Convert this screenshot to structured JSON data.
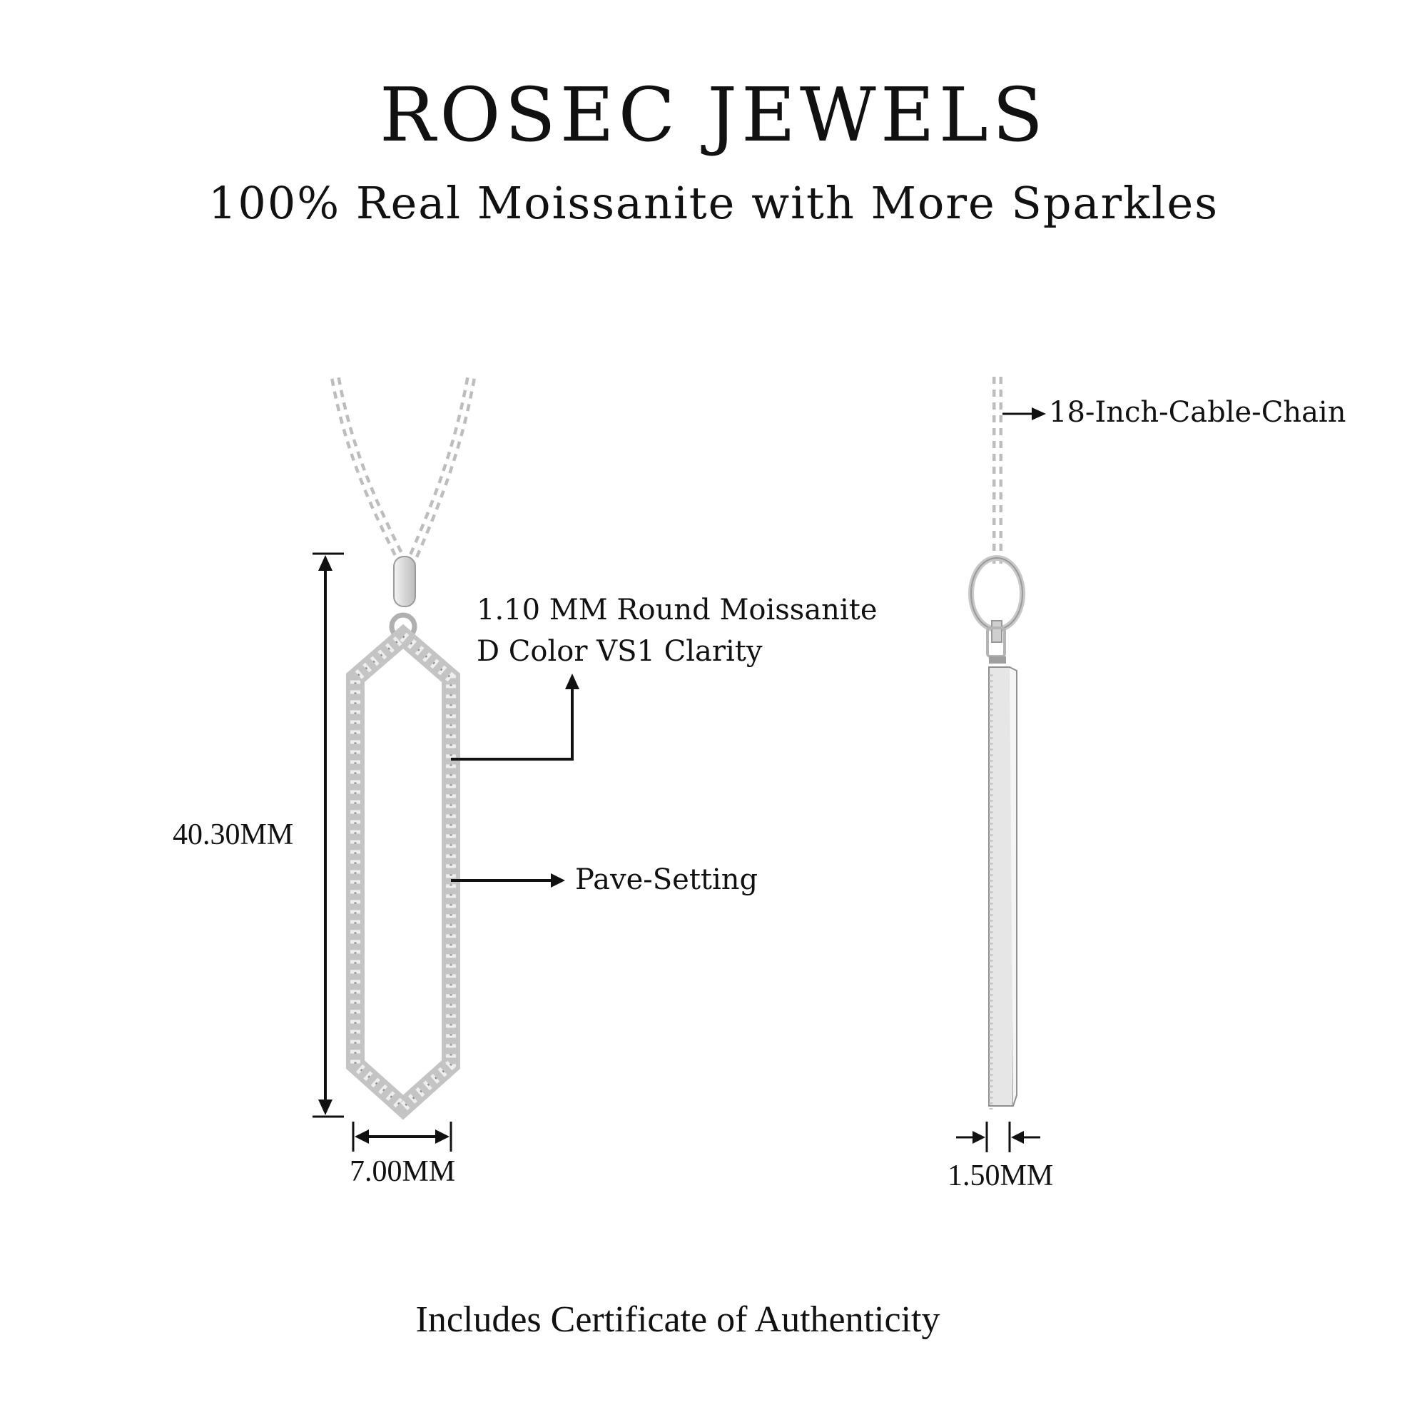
{
  "header": {
    "brand": "ROSEC JEWELS",
    "tagline": "100% Real Moissanite with More Sparkles"
  },
  "annotations": {
    "stone": [
      "1.10 MM Round Moissanite",
      "D Color VS1 Clarity"
    ],
    "setting": "Pave-Setting",
    "chain": "18-Inch-Cable-Chain",
    "height": "40.30MM",
    "width": "7.00MM",
    "thickness": "1.50MM"
  },
  "footer": {
    "certificate": "Includes Certificate of Authenticity"
  },
  "colors": {
    "metal": "#d9d9d9",
    "metal_shadow": "#a9a9a9",
    "ink": "#111111"
  }
}
